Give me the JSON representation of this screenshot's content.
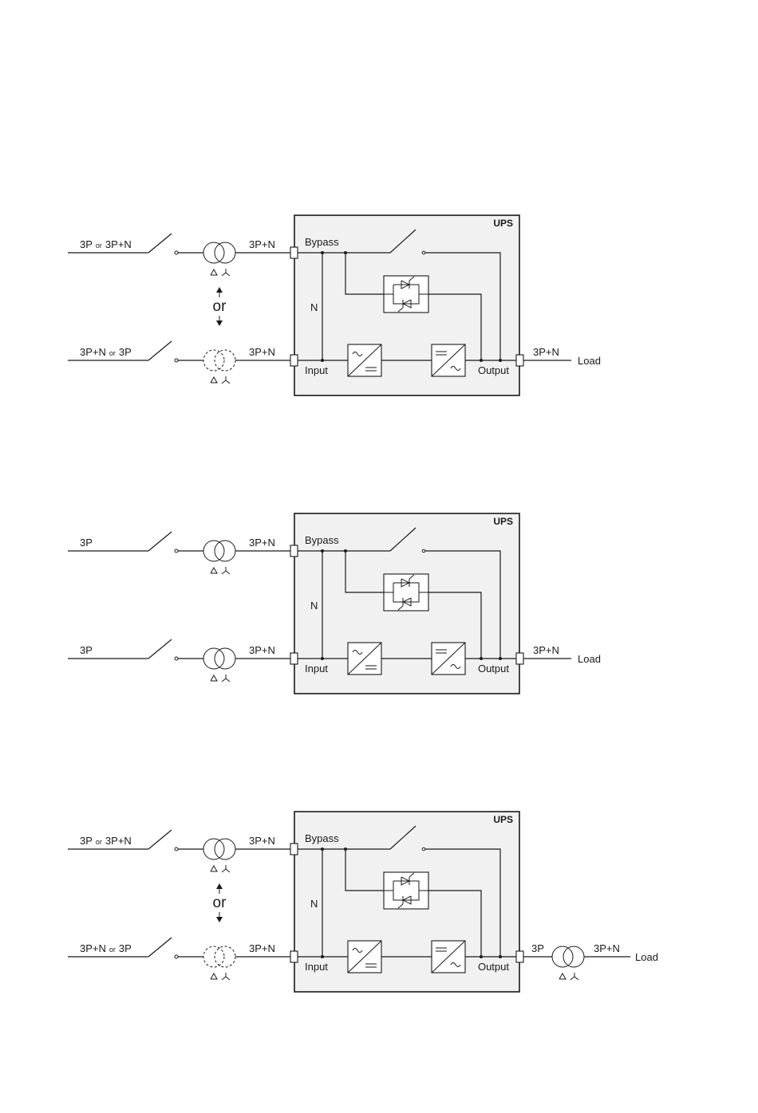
{
  "diagrams": [
    {
      "ups_label": "UPS",
      "bypass_label": "Bypass",
      "input_label": "Input",
      "output_label": "Output",
      "n_label": "N",
      "load_label": "Load",
      "upper_feed": {
        "label_a": "3P",
        "label_join": "or",
        "label_b": "3P+N",
        "dashed_transformer": false
      },
      "lower_feed": {
        "label_a": "3P+N",
        "label_join": "or",
        "label_b": "3P",
        "dashed_transformer": true
      },
      "upper_after_tx": "3P+N",
      "lower_after_tx": "3P+N",
      "or_text": "or",
      "delta_wye": "△⅄",
      "output_label_1": "3P+N",
      "output_transformer": false
    },
    {
      "ups_label": "UPS",
      "bypass_label": "Bypass",
      "input_label": "Input",
      "output_label": "Output",
      "n_label": "N",
      "load_label": "Load",
      "upper_feed": {
        "label_a": "3P",
        "label_join": "",
        "label_b": "",
        "dashed_transformer": false
      },
      "lower_feed": {
        "label_a": "3P",
        "label_join": "",
        "label_b": "",
        "dashed_transformer": false
      },
      "upper_after_tx": "3P+N",
      "lower_after_tx": "3P+N",
      "or_text": "",
      "delta_wye": "△⅄",
      "output_label_1": "3P+N",
      "output_transformer": false
    },
    {
      "ups_label": "UPS",
      "bypass_label": "Bypass",
      "input_label": "Input",
      "output_label": "Output",
      "n_label": "N",
      "load_label": "Load",
      "upper_feed": {
        "label_a": "3P",
        "label_join": "or",
        "label_b": "3P+N",
        "dashed_transformer": false
      },
      "lower_feed": {
        "label_a": "3P+N",
        "label_join": "or",
        "label_b": "3P",
        "dashed_transformer": true
      },
      "upper_after_tx": "3P+N",
      "lower_after_tx": "3P+N",
      "or_text": "or",
      "delta_wye": "△⅄",
      "output_label_1": "3P",
      "output_label_2": "3P+N",
      "output_transformer": true
    }
  ]
}
